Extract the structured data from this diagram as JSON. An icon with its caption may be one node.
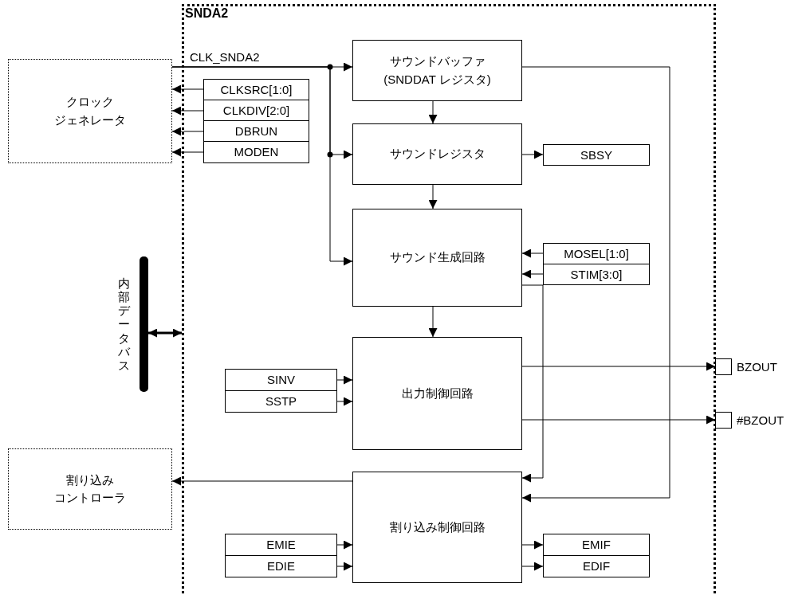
{
  "diagram": {
    "nodes": [
      {
        "text": [
          "SNDA2"
        ]
      },
      {
        "text": [
          "クロックジェネレータ"
        ]
      },
      {
        "text": [
          "サウンドバッファ (SNDDAT レジスタ)"
        ],
        "in": 0
      },
      {
        "text": [
          "CLKSRC[1:0]"
        ],
        "in": 0
      },
      {
        "text": [
          "CLKDIV[2:0]"
        ],
        "in": 0
      },
      {
        "text": [
          "DBRUN"
        ],
        "in": 0
      },
      {
        "text": [
          "MODEN"
        ],
        "in": 0
      },
      {
        "text": [
          "サウンドレジスタ"
        ],
        "in": 0
      },
      {
        "text": [
          "SBSY"
        ],
        "in": 0
      },
      {
        "text": [
          "サウンド生成回路"
        ],
        "in": 0
      },
      {
        "text": [
          "MOSEL[1:0]"
        ],
        "in": 0
      },
      {
        "text": [
          "STIM[3:0]"
        ],
        "in": 0
      },
      {
        "text": [
          "内部データバス"
        ]
      },
      {
        "text": [
          "SINV"
        ],
        "in": 0
      },
      {
        "text": [
          "SSTP"
        ],
        "in": 0
      },
      {
        "text": [
          "出力制御回路"
        ],
        "in": 0
      },
      {
        "text": [
          "BZOUT"
        ]
      },
      {
        "text": [
          "#BZOUT"
        ]
      },
      {
        "text": [
          "割り込みコントローラ"
        ]
      },
      {
        "text": [
          "割り込み制御回路"
        ],
        "in": 0
      },
      {
        "text": [
          "EMIE"
        ],
        "in": 0
      },
      {
        "text": [
          "EDIE"
        ],
        "in": 0
      },
      {
        "text": [
          "EMIF"
        ],
        "in": 0
      },
      {
        "text": [
          "EDIF"
        ],
        "in": 0
      }
    ],
    "edges": [
      {
        "from": 1,
        "to": 2,
        "arrow": "to",
        "label": "CLK_SNDA2"
      },
      {
        "from": 1,
        "to": 7,
        "arrow": "to"
      },
      {
        "from": 1,
        "to": 9,
        "arrow": "to"
      },
      {
        "from": 3,
        "to": 1,
        "arrow": "to"
      },
      {
        "from": 4,
        "to": 1,
        "arrow": "to"
      },
      {
        "from": 5,
        "to": 1,
        "arrow": "to"
      },
      {
        "from": 6,
        "to": 1,
        "arrow": "to"
      },
      {
        "from": 2,
        "to": 7,
        "arrow": "to"
      },
      {
        "from": 7,
        "to": 8,
        "arrow": "to"
      },
      {
        "from": 7,
        "to": 9,
        "arrow": "to"
      },
      {
        "from": 10,
        "to": 9,
        "arrow": "to"
      },
      {
        "from": 11,
        "to": 9,
        "arrow": "to"
      },
      {
        "from": 9,
        "to": 15,
        "arrow": "to"
      },
      {
        "from": 9,
        "to": 19,
        "arrow": "to"
      },
      {
        "from": 2,
        "to": 19,
        "arrow": "to"
      },
      {
        "from": 12,
        "to": 0,
        "arrow": "both",
        "style": "thick"
      },
      {
        "from": 13,
        "to": 15,
        "arrow": "to"
      },
      {
        "from": 14,
        "to": 15,
        "arrow": "to"
      },
      {
        "from": 15,
        "to": 16,
        "arrow": "to"
      },
      {
        "from": 15,
        "to": 17,
        "arrow": "to"
      },
      {
        "from": 19,
        "to": 18,
        "arrow": "to"
      },
      {
        "from": 20,
        "to": 19,
        "arrow": "to"
      },
      {
        "from": 21,
        "to": 19,
        "arrow": "to"
      },
      {
        "from": 19,
        "to": 22,
        "arrow": "to"
      },
      {
        "from": 19,
        "to": 23,
        "arrow": "to"
      }
    ]
  }
}
